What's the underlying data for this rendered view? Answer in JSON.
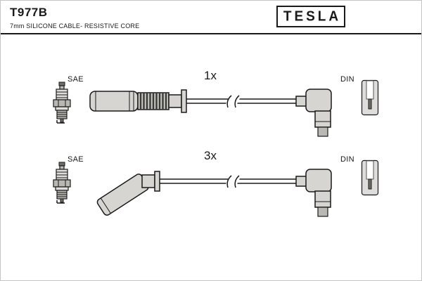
{
  "header": {
    "part_number": "T977B",
    "subtitle": "7mm SILICONE CABLE- RESISTIVE CORE",
    "brand": "TESLA"
  },
  "rows": [
    {
      "quantity": "1x",
      "left_standard": "SAE",
      "right_standard": "DIN",
      "cable_shape": "straight-boot"
    },
    {
      "quantity": "3x",
      "left_standard": "SAE",
      "right_standard": "DIN",
      "cable_shape": "angled-boot"
    }
  ],
  "colors": {
    "ink": "#1a1a1a",
    "boot_fill": "#d6d5d1",
    "background": "#ffffff"
  }
}
